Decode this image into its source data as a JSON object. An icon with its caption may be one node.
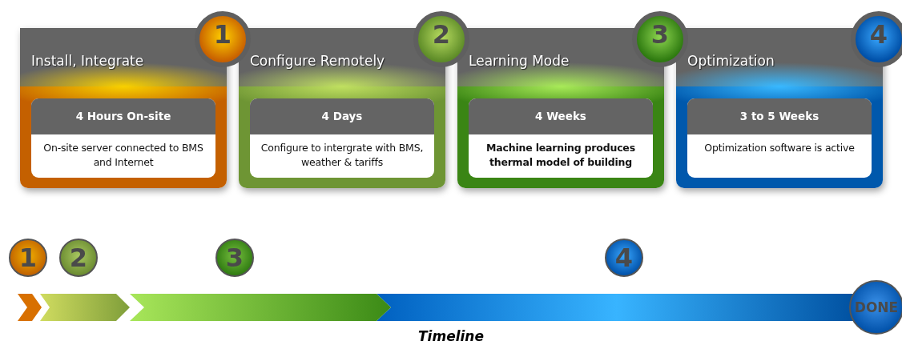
{
  "diagram": {
    "nodes": [
      {
        "text": [
          "Install, Integrate"
        ]
      },
      {
        "text": [
          "1"
        ]
      },
      {
        "text": [
          "4 Hours On-site",
          "On-site server connected to BMS and Internet"
        ],
        "in": 0
      },
      {
        "text": [
          "Configure Remotely"
        ]
      },
      {
        "text": [
          "2"
        ]
      },
      {
        "text": [
          "4 Days",
          "Configure to intergrate with BMS, weather & tariffs"
        ],
        "in": 3
      },
      {
        "text": [
          "Learning Mode"
        ]
      },
      {
        "text": [
          "3"
        ]
      },
      {
        "text": [
          "4 Weeks",
          "Machine learning produces thermal model of building"
        ],
        "in": 6
      },
      {
        "text": [
          "Optimization"
        ]
      },
      {
        "text": [
          "4"
        ]
      },
      {
        "text": [
          "3 to 5 Weeks",
          "Optimization software is active"
        ],
        "in": 9
      },
      {
        "text": [
          "1"
        ]
      },
      {
        "text": [
          "2"
        ]
      },
      {
        "text": [
          "3"
        ]
      },
      {
        "text": [
          "4"
        ]
      },
      {
        "text": [
          "DONE"
        ]
      }
    ],
    "labels": [
      "Timeline"
    ]
  }
}
